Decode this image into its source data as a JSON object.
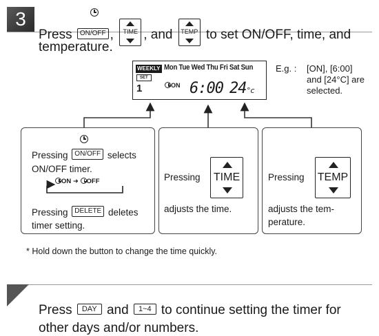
{
  "step": {
    "number": "3",
    "line1": {
      "t1": "Press",
      "btn_onoff": "ON/OFF",
      "t2": ",",
      "btn_time": "TIME",
      "t3": ", and",
      "btn_temp": "TEMP",
      "t4": "to set ON/OFF, time, and"
    },
    "line2": "temperature."
  },
  "display": {
    "weekly": "WEEKLY",
    "days": "Mon Tue Wed Thu Fri Sat Sun",
    "set": "SET",
    "number": "1",
    "on": "ON",
    "time": "6:00",
    "temp": "24",
    "temp_unit": "°c"
  },
  "example": {
    "label": "E.g. :",
    "text": "[ON], [6:00]\nand [24°C] are\nselected."
  },
  "box_onoff": {
    "pressing": "Pressing",
    "btn_onoff": "ON/OFF",
    "selects": "selects",
    "line2": "ON/OFF timer.",
    "on": "ON",
    "off": "OFF",
    "btn_delete": "DELETE",
    "deletes": "deletes",
    "line4": "timer setting."
  },
  "box_time": {
    "pressing": "Pressing",
    "btn": "TIME",
    "desc": "adjusts the time."
  },
  "box_temp": {
    "pressing": "Pressing",
    "btn": "TEMP",
    "desc1": "adjusts the tem-",
    "desc2": "perature."
  },
  "note": "* Hold down the button to change the time quickly.",
  "next": {
    "t1": "Press",
    "btn_day": "DAY",
    "t2": "and",
    "btn_range": "1~4",
    "t3": "to continue setting the timer for",
    "line2": "other days and/or numbers."
  }
}
